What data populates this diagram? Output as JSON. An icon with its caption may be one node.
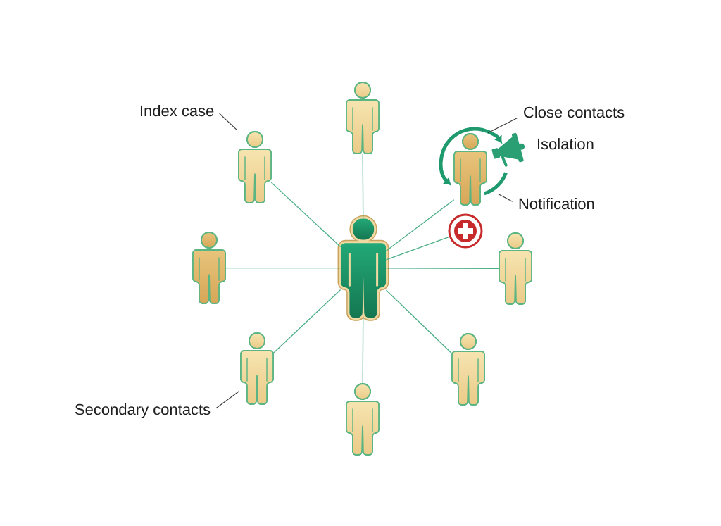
{
  "diagram": {
    "nodes": [
      {
        "text": [],
        "shape": "person"
      },
      {
        "text": [
          "Index case"
        ]
      },
      {
        "text": [
          "Close contacts"
        ]
      },
      {
        "text": [],
        "shape": "person"
      },
      {
        "text": [],
        "shape": "person"
      },
      {
        "text": [
          "Notification"
        ]
      },
      {
        "text": [],
        "shape": "person"
      },
      {
        "text": [],
        "shape": "circle"
      },
      {
        "text": [],
        "shape": "person"
      },
      {
        "text": [],
        "shape": "person"
      },
      {
        "text": [],
        "shape": "person"
      },
      {
        "text": [],
        "shape": "person"
      },
      {
        "text": [
          "Secondary contacts"
        ]
      },
      {
        "text": [],
        "shape": "person"
      }
    ],
    "edges": [
      {
        "from": 6,
        "to": 0,
        "arrow": "none"
      },
      {
        "from": 6,
        "to": 3,
        "arrow": "none"
      },
      {
        "from": 6,
        "to": 4,
        "arrow": "none"
      },
      {
        "from": 6,
        "to": 7,
        "arrow": "none"
      },
      {
        "from": 6,
        "to": 8,
        "arrow": "none"
      },
      {
        "from": 6,
        "to": 9,
        "arrow": "none"
      },
      {
        "from": 6,
        "to": 10,
        "arrow": "none"
      },
      {
        "from": 6,
        "to": 11,
        "arrow": "none"
      },
      {
        "from": 6,
        "to": 13,
        "arrow": "none"
      },
      {
        "from": 1,
        "to": 3,
        "arrow": "none",
        "color": "#3a3a3a"
      },
      {
        "from": 2,
        "to": 4,
        "arrow": "none",
        "color": "#3a3a3a"
      },
      {
        "from": 5,
        "to": null,
        "arrow": "none",
        "color": "#3a3a3a"
      },
      {
        "from": 12,
        "to": 10,
        "arrow": "none",
        "color": "#3a3a3a"
      }
    ],
    "labels": [
      "Isolation"
    ]
  }
}
